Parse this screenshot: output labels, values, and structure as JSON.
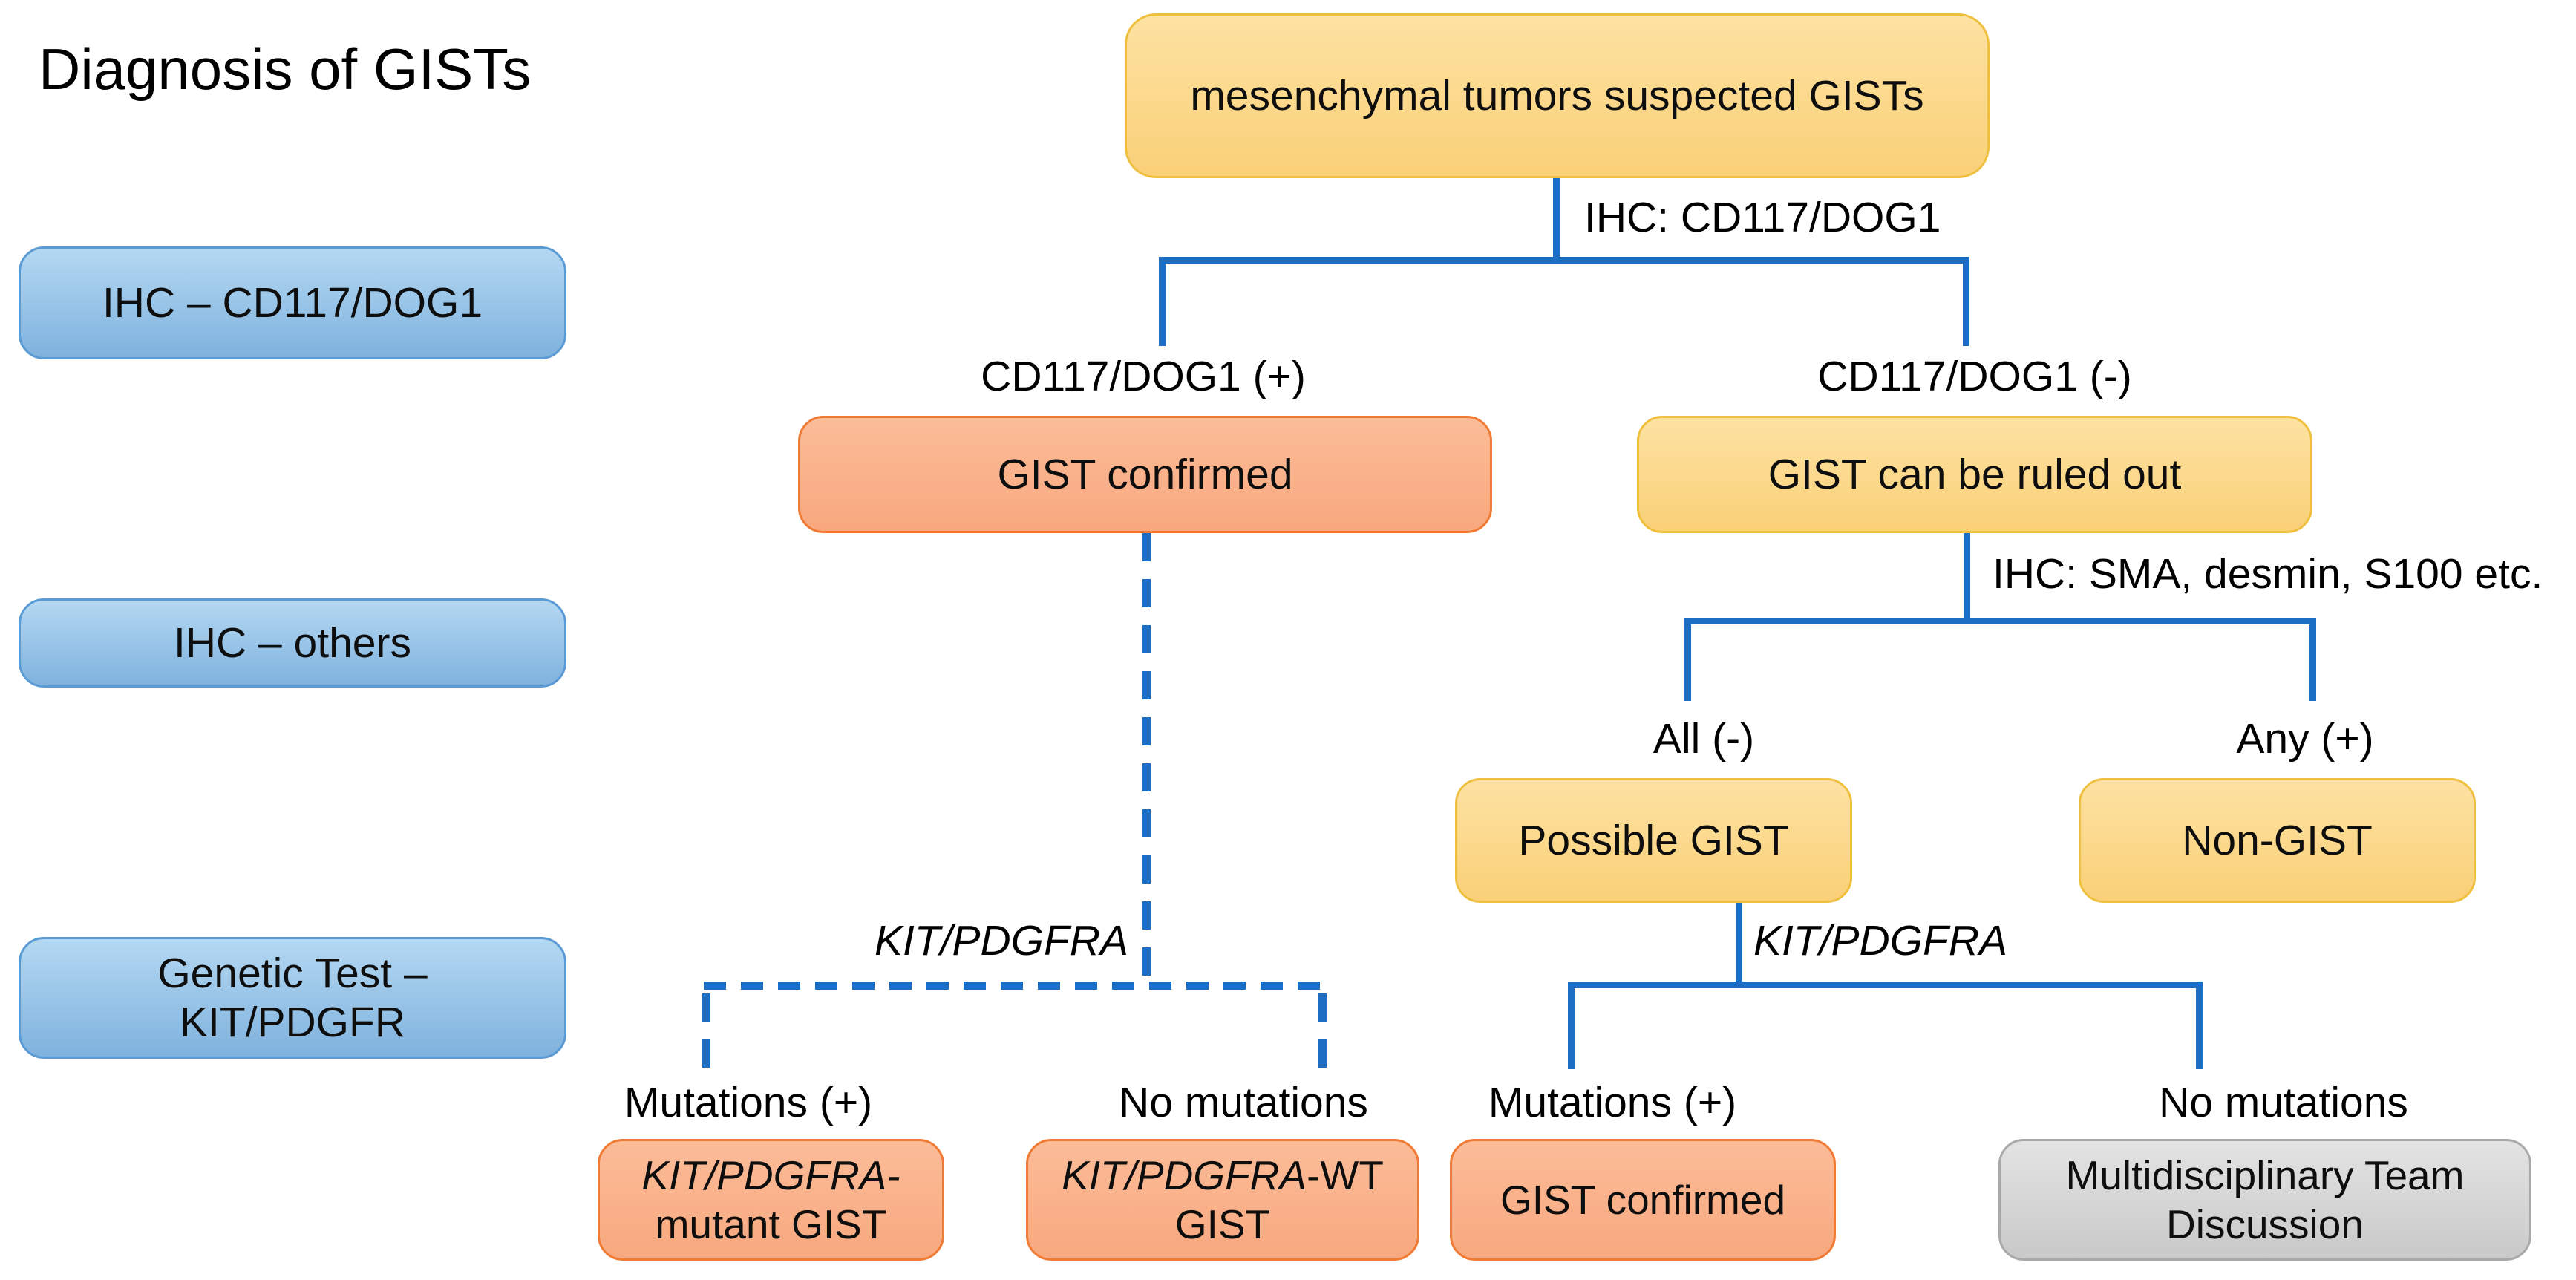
{
  "title": "Diagnosis of GISTs",
  "colors": {
    "line_blue": "#1B6EC4",
    "yellow_top": "#FDE2A2",
    "yellow_bottom": "#FAD078",
    "yellow_border": "#EFBF3F",
    "orange_top": "#FBBC98",
    "orange_bottom": "#F8A87E",
    "orange_border": "#F07B35",
    "blue_top": "#B4D8F2",
    "blue_bottom": "#7FB2DE",
    "blue_border": "#5B9BD5",
    "gray_top": "#E3E3E3",
    "gray_bottom": "#C9C9C9",
    "gray_border": "#A9A9A9"
  },
  "sidebar": {
    "items": [
      {
        "label": "IHC – CD117/DOG1"
      },
      {
        "label": "IHC – others"
      },
      {
        "line1": "Genetic Test –",
        "line2": "KIT/PDGFR"
      }
    ]
  },
  "nodes": {
    "root": {
      "label": "mesenchymal tumors suspected GISTs"
    },
    "gist_confirmed_left": {
      "label": "GIST confirmed"
    },
    "ruled_out": {
      "label": "GIST can be ruled out"
    },
    "possible_gist": {
      "label": "Possible GIST"
    },
    "non_gist": {
      "label": "Non-GIST"
    },
    "mutant_gist": {
      "line1_italic": "KIT/PDGFRA-",
      "line2": "mutant GIST"
    },
    "wt_gist": {
      "line1_italic": "KIT/PDGFRA",
      "line1_rest": "-WT",
      "line2": "GIST"
    },
    "gist_confirmed_right": {
      "label": "GIST confirmed"
    },
    "mdt": {
      "line1": "Multidisciplinary Team",
      "line2": "Discussion"
    }
  },
  "edge_labels": {
    "ihc_cd117": "IHC: CD117/DOG1",
    "cd117_pos": "CD117/DOG1 (+)",
    "cd117_neg": "CD117/DOG1 (-)",
    "ihc_sma": "IHC: SMA, desmin, S100 etc.",
    "all_neg": "All (-)",
    "any_pos": "Any (+)",
    "kit_left": "KIT/PDGFRA",
    "kit_right": "KIT/PDGFRA",
    "mutations_pos_left": "Mutations (+)",
    "no_mutations_left": "No mutations",
    "mutations_pos_right": "Mutations (+)",
    "no_mutations_right": "No mutations"
  }
}
